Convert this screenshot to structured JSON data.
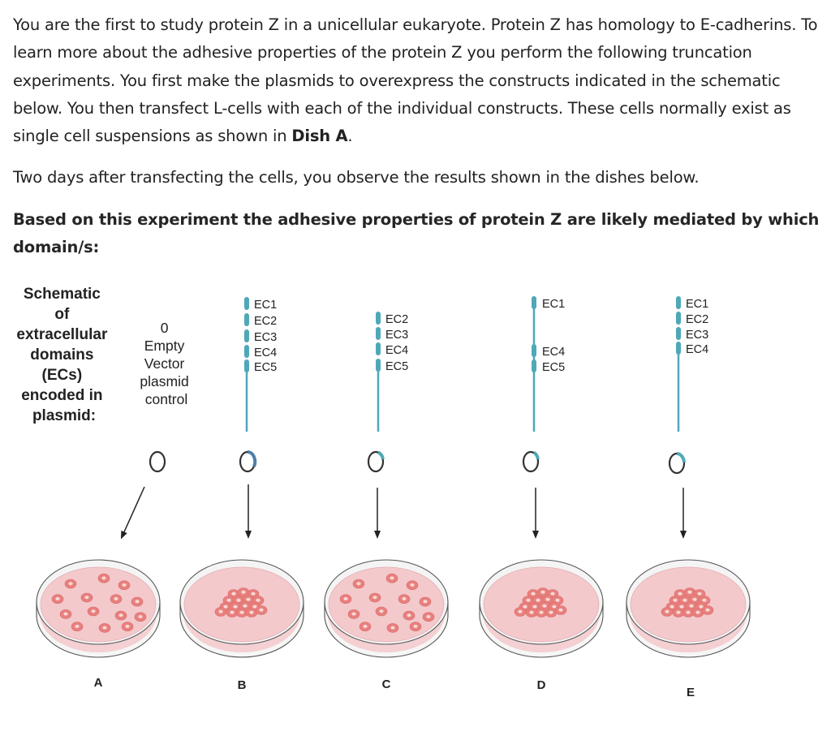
{
  "question": {
    "para1_a": "You are the first to study protein Z in a unicellular eukaryote. Protein Z has homology to E-cadherins. To learn more about the adhesive properties of the protein Z you perform the following truncation experiments. You first make the plasmids to overexpress the constructs indicated in the schematic below.  You then transfect L-cells with each of the individual constructs. These cells normally exist as single cell suspensions as shown in ",
    "para1_bold": "Dish A",
    "para1_end": ".",
    "para2": "Two days after transfecting the cells, you observe the results shown in the dishes below.",
    "para3": "Based on this experiment the adhesive properties of protein Z are likely mediated by which domain/s:"
  },
  "schematic": {
    "label_lines": [
      "Schematic",
      "of",
      "extracellular",
      "domains",
      "(ECs)",
      "encoded in",
      "plasmid:"
    ],
    "control_lines": [
      "0",
      "Empty",
      "Vector",
      "plasmid",
      "control"
    ],
    "constructs": [
      {
        "id": "B",
        "domains": [
          "EC1",
          "EC2",
          "EC3",
          "EC4",
          "EC5"
        ]
      },
      {
        "id": "C",
        "domains": [
          "EC2",
          "EC3",
          "EC4",
          "EC5"
        ]
      },
      {
        "id": "D",
        "domains": [
          "EC1",
          "EC4",
          "EC5"
        ]
      },
      {
        "id": "E",
        "domains": [
          "EC1",
          "EC2",
          "EC3",
          "EC4"
        ]
      }
    ]
  },
  "dishes": [
    {
      "label": "A",
      "pattern": "dispersed"
    },
    {
      "label": "B",
      "pattern": "clustered"
    },
    {
      "label": "C",
      "pattern": "dispersed"
    },
    {
      "label": "D",
      "pattern": "clustered"
    },
    {
      "label": "E",
      "pattern": "clustered"
    }
  ],
  "colors": {
    "domain_teal": "#4fa8b8",
    "plasmid_blue": "#4d7fa8",
    "dish_liquid": "#f3c9cc",
    "cell_fill": "#e8807e",
    "cell_nucleus": "#f9d9d6"
  }
}
